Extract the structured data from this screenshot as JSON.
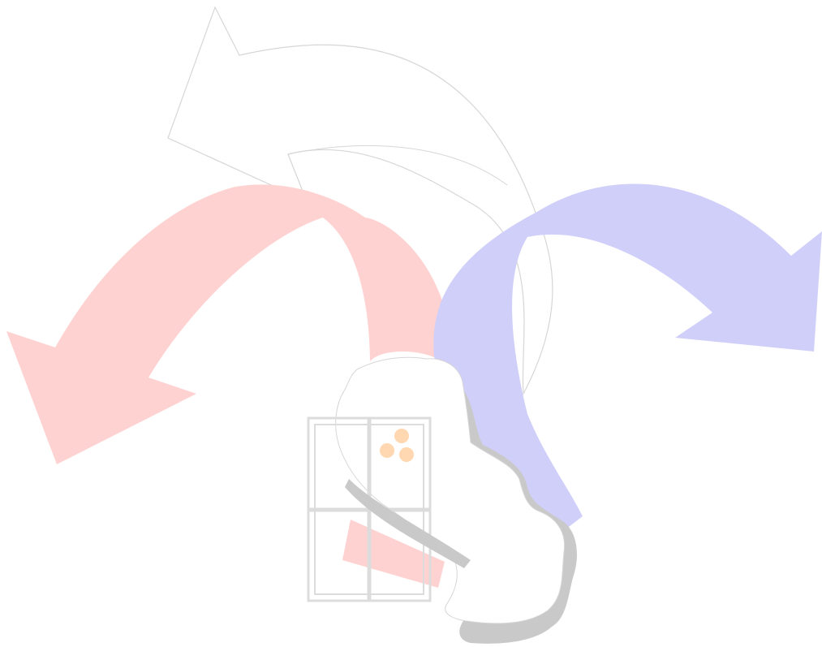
{
  "scene": {
    "background": "#ffffff",
    "colors": {
      "left_arrow_fill": "#ffd2d2",
      "right_arrow_fill": "#cfcff9",
      "top_arrow_fill": "#ffffff",
      "outline_stroke": "#d6d6d6",
      "shadow_fill": "#c9c9c9",
      "window_frame": "#dcdcdc",
      "flower_fill": "#ffd7b0"
    },
    "elements": [
      {
        "name": "top-arrow",
        "type": "curved-arrow",
        "direction": "left",
        "style": "outline"
      },
      {
        "name": "left-arrow",
        "type": "curved-arrow",
        "direction": "down-left",
        "style": "filled"
      },
      {
        "name": "right-arrow",
        "type": "curved-arrow",
        "direction": "right",
        "style": "filled"
      },
      {
        "name": "window-icon",
        "type": "window-with-flowers"
      },
      {
        "name": "torn-paper",
        "type": "paper-shape",
        "style": "white-with-shadow"
      }
    ]
  }
}
